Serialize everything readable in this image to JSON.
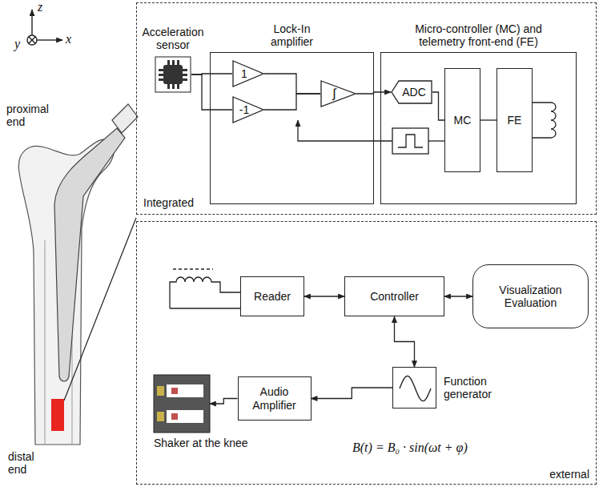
{
  "diagram": {
    "nodes": [
      {
        "text": [
          "Integrated"
        ]
      },
      {
        "text": [
          "Acceleration sensor"
        ],
        "in": 0
      },
      {
        "text": [
          "Lock-In amplifier"
        ],
        "in": 0
      },
      {
        "text": [
          "1"
        ],
        "in": 2
      },
      {
        "text": [
          "-1"
        ],
        "in": 2
      },
      {
        "text": [
          "∫"
        ],
        "in": 2
      },
      {
        "text": [
          "Micro-controller (MC) and telemetry front-end (FE)"
        ],
        "in": 0
      },
      {
        "text": [
          "ADC"
        ],
        "in": 6
      },
      {
        "text": [
          "MC"
        ],
        "in": 6
      },
      {
        "text": [
          "FE"
        ],
        "in": 6
      },
      {
        "text": [
          "external"
        ]
      },
      {
        "text": [
          "Reader"
        ],
        "in": 10
      },
      {
        "text": [
          "Controller"
        ],
        "in": 10
      },
      {
        "text": [
          "Visualization Evaluation"
        ],
        "in": 10
      },
      {
        "text": [
          "Function generator"
        ],
        "in": 10
      },
      {
        "text": [
          "Audio Amplifier"
        ],
        "in": 10
      },
      {
        "text": [
          "Shaker at the knee"
        ],
        "in": 10
      }
    ],
    "edges": [
      {
        "from": 1,
        "to": 3,
        "arrow": "none"
      },
      {
        "from": 1,
        "to": 4,
        "arrow": "none"
      },
      {
        "from": 3,
        "to": 5,
        "arrow": "none"
      },
      {
        "from": 4,
        "to": 5,
        "arrow": "none"
      },
      {
        "from": 5,
        "to": 7,
        "arrow": "to"
      },
      {
        "from": 7,
        "to": 8,
        "arrow": "none"
      },
      {
        "from": 8,
        "to": 9,
        "arrow": "none"
      },
      {
        "from": 11,
        "to": 12,
        "arrow": "both"
      },
      {
        "from": 12,
        "to": 13,
        "arrow": "both"
      },
      {
        "from": 12,
        "to": 14,
        "arrow": "both"
      },
      {
        "from": 14,
        "to": 15,
        "arrow": "to"
      },
      {
        "from": 15,
        "to": 16,
        "arrow": "to"
      }
    ],
    "labels": [
      "z",
      "x",
      "y",
      "proximal end",
      "distal end",
      "B(t) = B₀ · sin(ωt + φ)"
    ]
  }
}
